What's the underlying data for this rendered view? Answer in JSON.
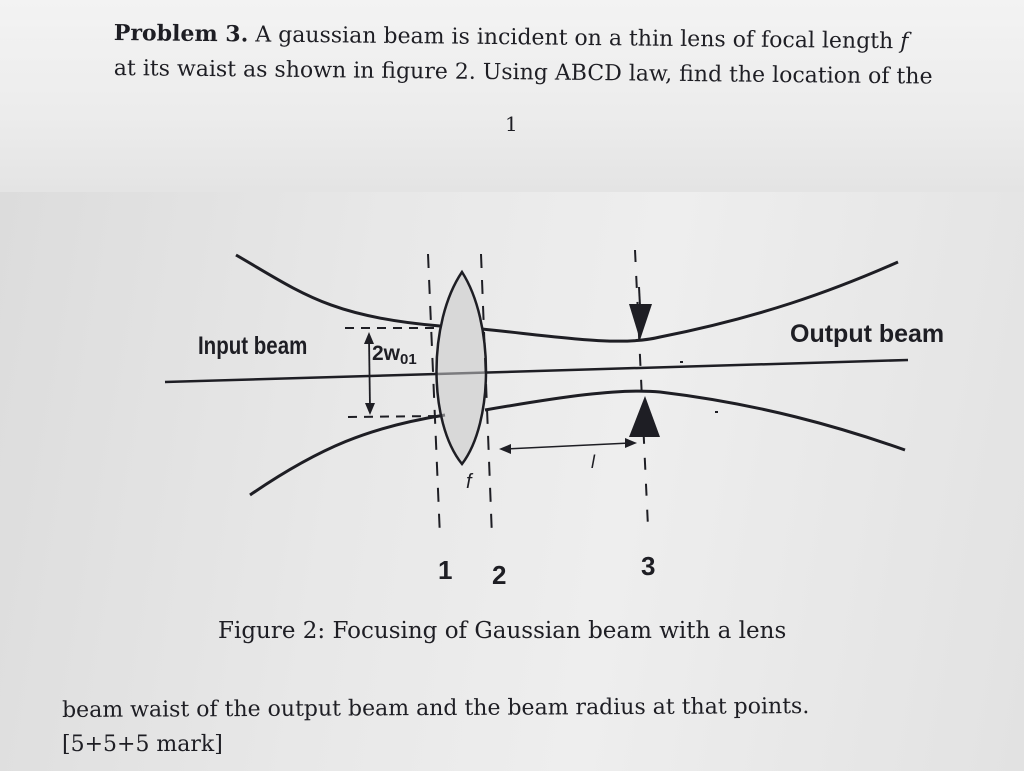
{
  "problem": {
    "label": "Problem 3.",
    "line1_text": " A gaussian beam is incident on a thin lens of focal length ",
    "focal_symbol": "f",
    "line2": "at its waist as shown in figure 2. Using ABCD law, find the location of the",
    "line3": "beam waist of the output beam and the beam radius at that points.",
    "marks": "[5+5+5 mark]"
  },
  "page_number": "1",
  "figure": {
    "input_label": "Input beam",
    "output_label": "Output beam",
    "waist_label": "2w",
    "waist_subscript": "01",
    "focal_label": "f",
    "distance_label": "l",
    "plane_labels": [
      "1",
      "2",
      "3"
    ],
    "caption": "Figure 2: Focusing of Gaussian beam with a lens",
    "colors": {
      "ink": "#1e1e24",
      "lens_fill": "#c9c9c9"
    }
  }
}
